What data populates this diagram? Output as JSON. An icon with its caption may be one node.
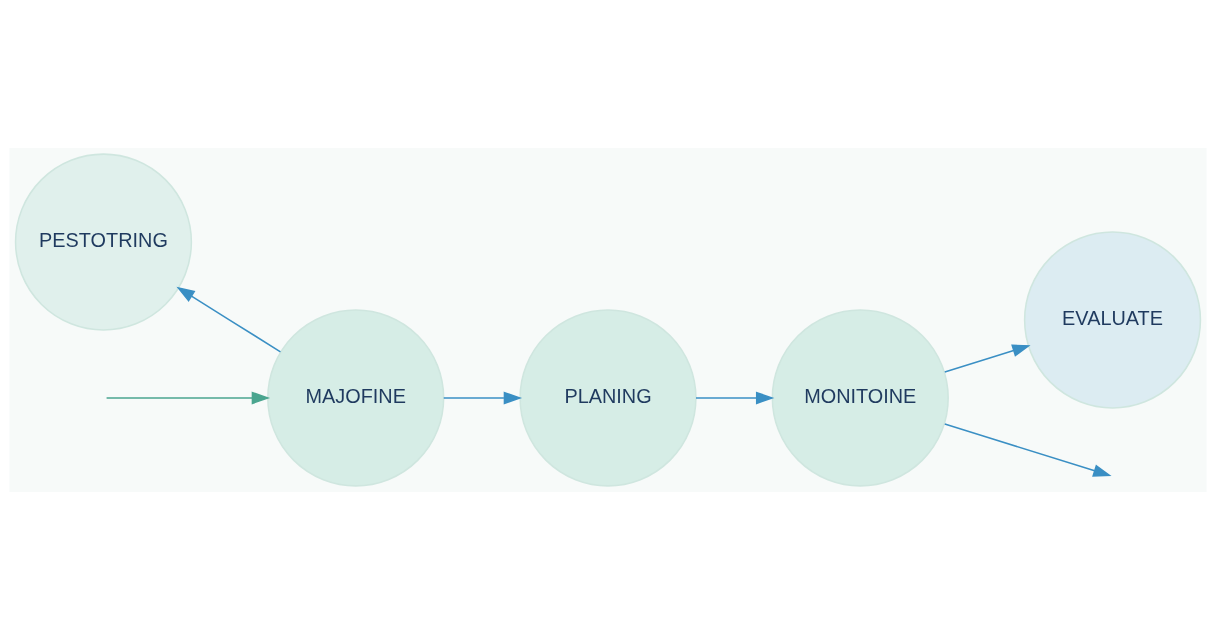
{
  "diagram": {
    "nodes": [
      {
        "text": [
          "PLANING"
        ]
      },
      {
        "text": [
          "PESTOTRING"
        ]
      },
      {
        "text": [
          "MAJOFINE"
        ]
      },
      {
        "text": [
          "MONITOINE"
        ]
      },
      {
        "text": [
          "EVALUATE"
        ]
      }
    ],
    "edges": [
      {
        "from": 2,
        "to": 0,
        "arrow": "to"
      },
      {
        "from": 0,
        "to": 3,
        "arrow": "to"
      },
      {
        "from": 3,
        "to": null,
        "arrow": "to"
      },
      {
        "from": null,
        "to": 2,
        "arrow": "to",
        "color": "#4aa58f"
      },
      {
        "from": 2,
        "to": 1,
        "arrow": "to"
      },
      {
        "from": 3,
        "to": 4,
        "arrow": "to"
      }
    ]
  }
}
